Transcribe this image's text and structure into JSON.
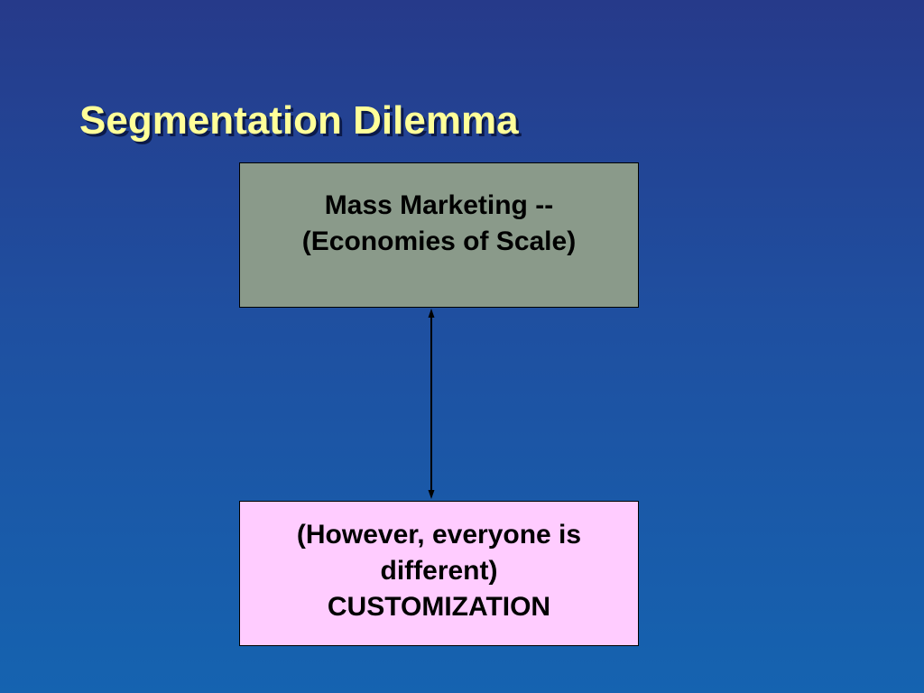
{
  "slide": {
    "title": "Segmentation Dilemma",
    "top_box": {
      "line1": "Mass Marketing --",
      "line2": "(Economies of Scale)"
    },
    "bottom_box": {
      "line1": "(However, everyone is",
      "line2": "different)",
      "line3": "CUSTOMIZATION"
    }
  },
  "colors": {
    "background_top": "#263a8a",
    "background_bottom": "#1563b0",
    "title_text": "#ffff99",
    "top_box_fill": "#8a9a8a",
    "bottom_box_fill": "#ffccff",
    "connector": "#000000"
  }
}
